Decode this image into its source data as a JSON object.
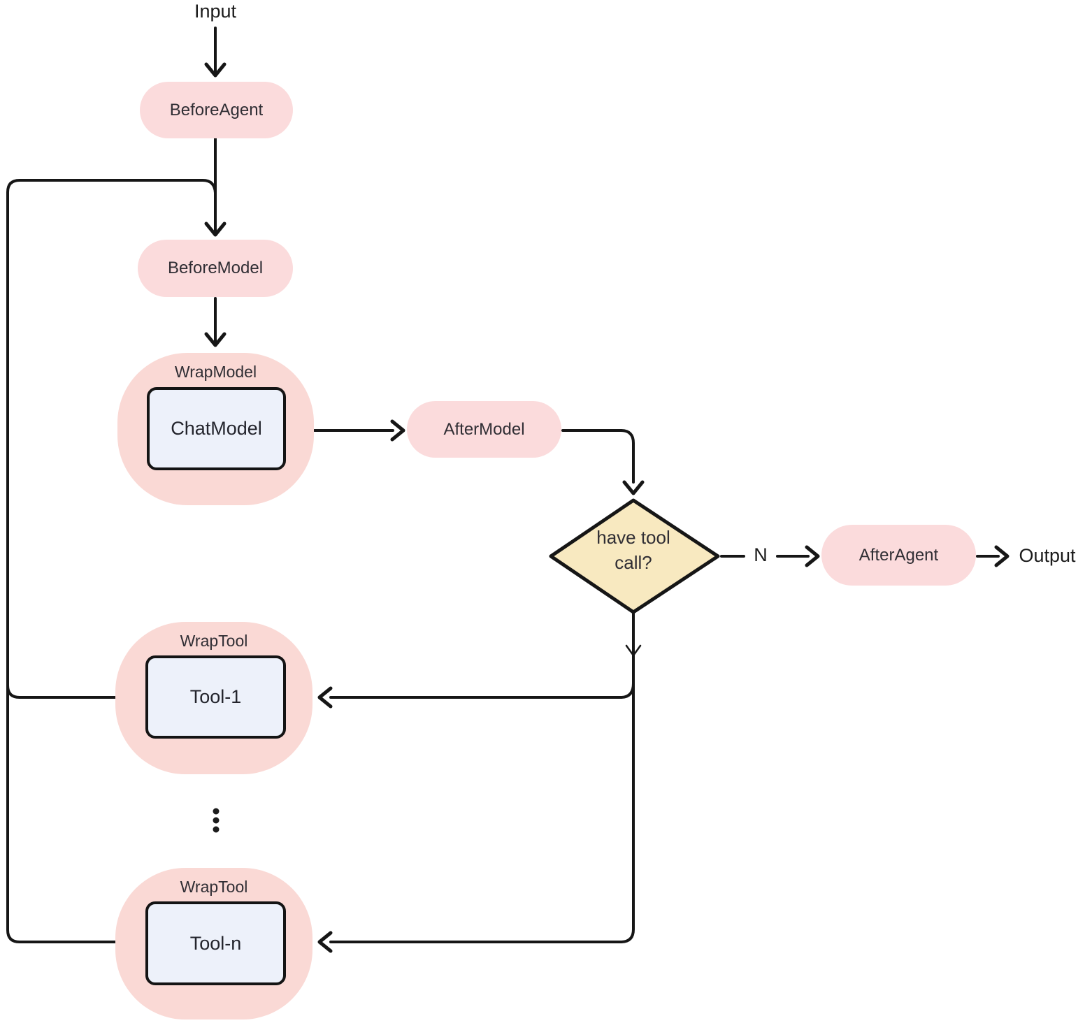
{
  "diagram": {
    "title_hint": "agent-middleware-flowchart",
    "input_label": "Input",
    "output_label": "Output",
    "nodes": {
      "before_agent": {
        "label": "BeforeAgent"
      },
      "before_model": {
        "label": "BeforeModel"
      },
      "wrap_model": {
        "label": "WrapModel",
        "inner": "ChatModel"
      },
      "after_model": {
        "label": "AfterModel"
      },
      "decision": {
        "lines": [
          "have tool",
          "call?"
        ]
      },
      "after_agent": {
        "label": "AfterAgent"
      },
      "wrap_tool_1": {
        "label": "WrapTool",
        "inner": "Tool-1"
      },
      "wrap_tool_n": {
        "label": "WrapTool",
        "inner": "Tool-n"
      }
    },
    "edges": {
      "no_branch_label": "N"
    },
    "icons": {
      "vertical_ellipsis": "⋮"
    },
    "colors": {
      "pill": "#fbdbdc",
      "blob": "#fad9d5",
      "box": "#edf1fa",
      "diamond": "#f8e9c0",
      "stroke": "#161616",
      "text": "#302e34"
    }
  }
}
